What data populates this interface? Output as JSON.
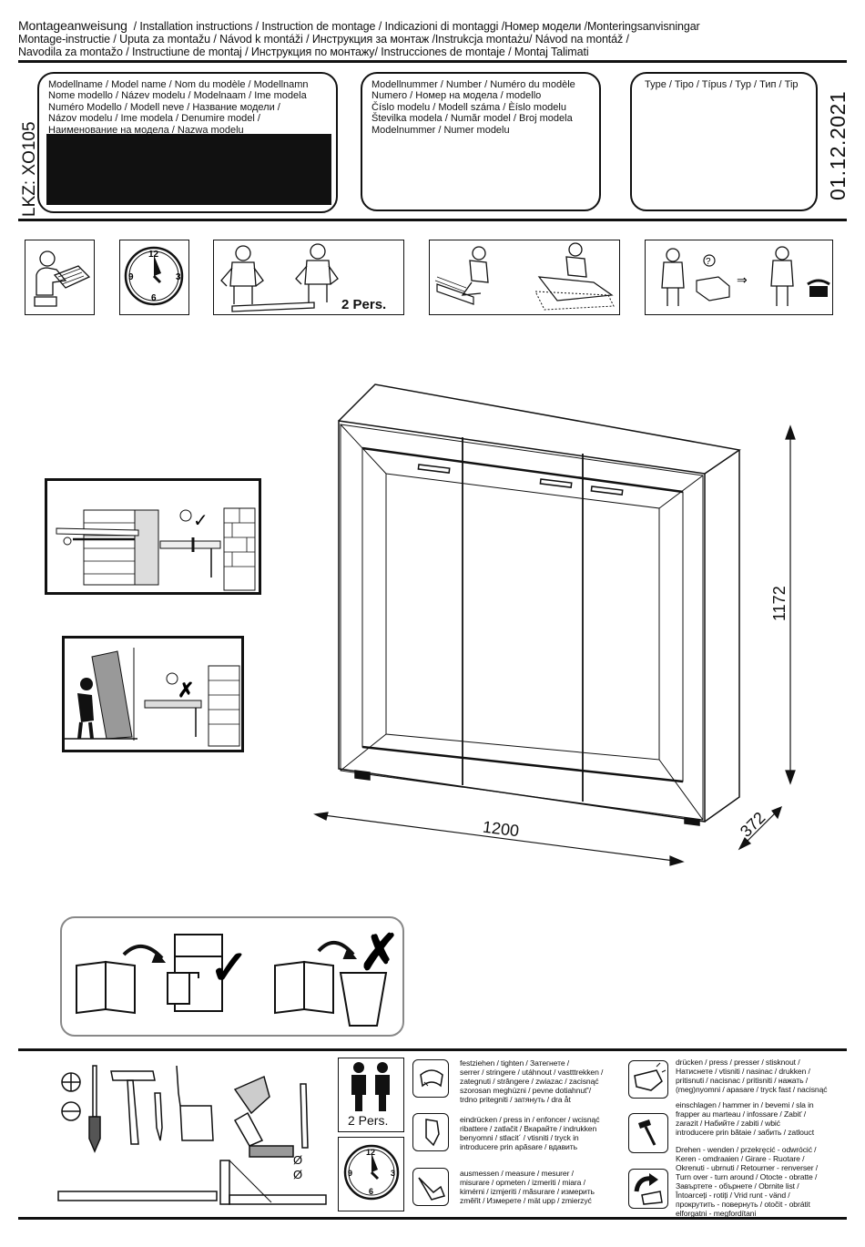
{
  "header": {
    "line1a": "Montageanweisung",
    "line1b": "/ Installation instructions / Instruction de montage / Indicazioni di montaggi /Номер модели /Monteringsanvisningar",
    "line2": "Montage-instructie / Uputa za montažu / Návod k montáži / Инструкция за монтаж /Instrukcja montażu/ Návod na montáž /",
    "line3": "Navodila za montažo / Instructiune de montaj / Инструкция по монтажу/ Instrucciones de montaje / Montaj Talimati"
  },
  "side_code": "LKZ: XO105",
  "date": "01.12.2021",
  "model_box": {
    "lines": [
      "Modellname / Model name / Nom du modèle / Modellnamn",
      "Nome modello / Název modelu / Modelnaam / Ime modela",
      "Numéro Modello / Modell neve / Название модели /",
      "Názov modelu / Ime modela / Denumire model /",
      "Наименование на модела / Nazwa modelu"
    ]
  },
  "number_box": {
    "lines": [
      "Modellnummer / Number / Numéro du modèle",
      "Numero /  Номер на модела / modello",
      "Číslo modelu / Modell száma / Èíslo modelu",
      "Številka modela / Număr model / Broj modela",
      "Modelnummer / Numer modelu"
    ]
  },
  "type_box": {
    "label": "Type / Tipo / Típus / Typ / Тип / Tip"
  },
  "top_icons": {
    "two_person_label": "2 Pers."
  },
  "dimensions": {
    "height": "1172",
    "width": "1200",
    "depth": "372"
  },
  "legend": {
    "two_person_label": "2 Pers.",
    "symbols": [
      "Ø",
      "Ø"
    ],
    "tighten": [
      "festziehen / tighten / Затегнете /",
      "serrer / stringere / utáhnout / vastttrekken /",
      "zategnuti / strângere / zwiazac / zacisnąć",
      "szorosan meghúzni / pevne dotiahnuť'/",
      "trdno pritegniti / затянуть / dra åt"
    ],
    "press_in": [
      "eindrücken / press in / enfoncer / wcisnąć",
      "ribattere / zatlačit / Вкарайте / indrukken",
      "benyomni / stlacit´ / vtisniti / tryck in",
      "introducere prin apăsare / вдавить"
    ],
    "measure": [
      "ausmessen / measure / mesurer /",
      "misurare / opmeten / izmeriti / miara /",
      "kimérni / izmjeriti / măsurare / измерить",
      "změřit / Измерете / mät upp / zmierzyć"
    ],
    "press": [
      "drücken / press / presser / stisknout /",
      "Натиснете / vtisniti / nasinac / drukken /",
      "pritisnuti / nacisnac / pritisniti / нажать /",
      "(meg)nyomni / apasare / tryck fast / nacisnąć"
    ],
    "hammer": [
      "einschlagen / hammer in / bevemi / sla in",
      "frapper au marteau / infossare / Zabiť /",
      "zarazit / Набийте / zabiti / wbić",
      "introducere prin bătaie / забить / zatlouct"
    ],
    "turn": [
      "Drehen - wenden / przekręcić - odwrócić /",
      "Keren - omdraaien / Girare - Ruotare /",
      "Okrenuti - ubrnuti / Retourner - renverser /",
      "Turn over - turn around / Otocte - obratte /",
      "Завъртете - обърнете / Obrnite list /",
      "Întoarceți - rotiți / Vrid runt - vänd /",
      "прокрутить - повернуть / otočit - obrátit",
      "elforgatni - megfordítani"
    ]
  }
}
